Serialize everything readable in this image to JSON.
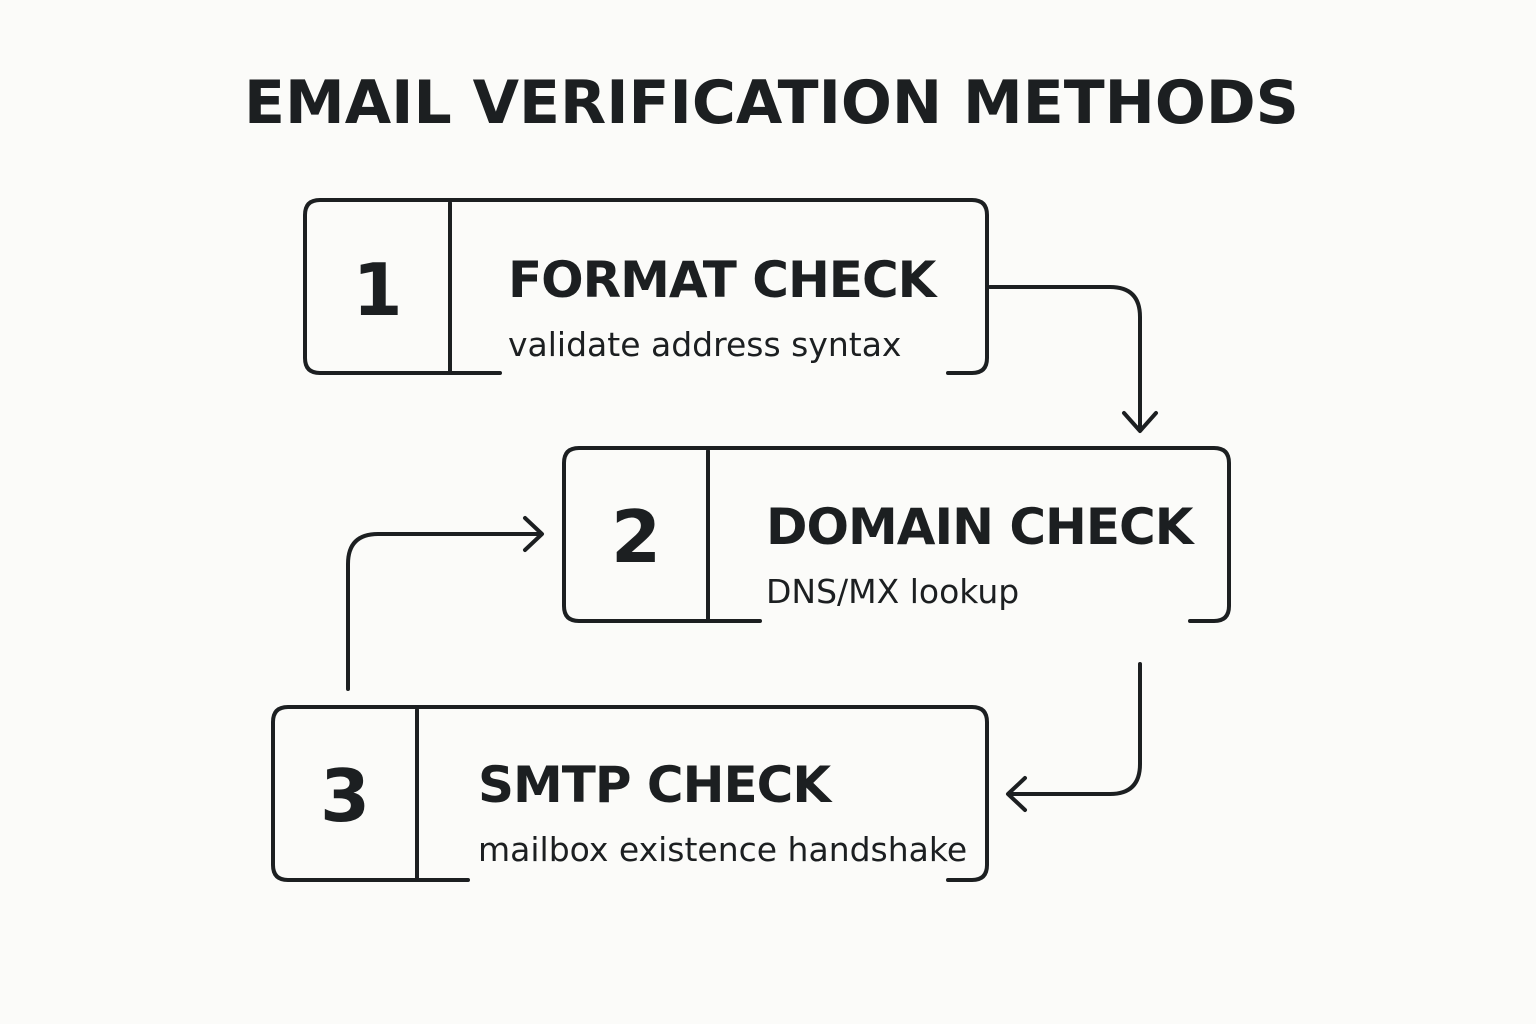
{
  "title": "EMAIL VERIFICATION METHODS",
  "steps": [
    {
      "number": "1",
      "title": "FORMAT CHECK",
      "description": "validate address syntax"
    },
    {
      "number": "2",
      "title": "DOMAIN CHECK",
      "description": "DNS/MX lookup"
    },
    {
      "number": "3",
      "title": "SMTP CHECK",
      "description": "mailbox existence handshake"
    }
  ],
  "colors": {
    "background": "#fbfbf9",
    "ink": "#1c1f21"
  },
  "icons": [
    "arrow-right-icon",
    "arrow-down-icon",
    "arrow-left-icon"
  ]
}
